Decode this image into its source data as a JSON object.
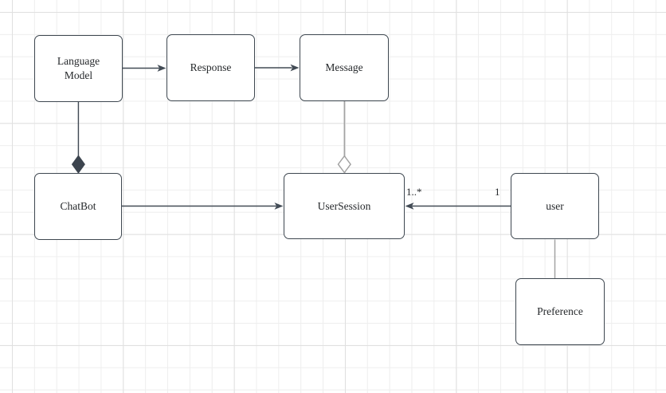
{
  "app": {
    "view": "diagram-canvas",
    "grid": "on"
  },
  "colors": {
    "canvas_background": "#ffffff",
    "grid_minor": "#eeeeee",
    "grid_major": "#e0e0e0",
    "node_border": "#3e4750",
    "node_fill": "#ffffff",
    "dark_connector": "#424b55",
    "light_connector": "#a3a3a3",
    "text": "#25282b"
  },
  "diagram": {
    "type": "uml-class-diagram",
    "nodes": {
      "language_model": {
        "label": "Language Model"
      },
      "response": {
        "label": "Response"
      },
      "message": {
        "label": "Message"
      },
      "chatbot": {
        "label": "ChatBot"
      },
      "user_session": {
        "label": "UserSession"
      },
      "user": {
        "label": "user"
      },
      "preference": {
        "label": "Preference"
      }
    },
    "edges": [
      {
        "from": "Language Model",
        "to": "Response",
        "type": "solid-arrow"
      },
      {
        "from": "Response",
        "to": "Message",
        "type": "solid-arrow"
      },
      {
        "from": "Language Model",
        "to": "ChatBot",
        "type": "composition",
        "diamond_at": "ChatBot",
        "diamond": "filled"
      },
      {
        "from": "Message",
        "to": "UserSession",
        "type": "aggregation",
        "diamond_at": "UserSession",
        "diamond": "hollow"
      },
      {
        "from": "ChatBot",
        "to": "UserSession",
        "type": "solid-arrow"
      },
      {
        "from": "user",
        "to": "UserSession",
        "type": "solid-arrow",
        "source_multiplicity": "1",
        "target_multiplicity": "1..*"
      },
      {
        "from": "user",
        "to": "Preference",
        "type": "plain-line"
      }
    ]
  }
}
